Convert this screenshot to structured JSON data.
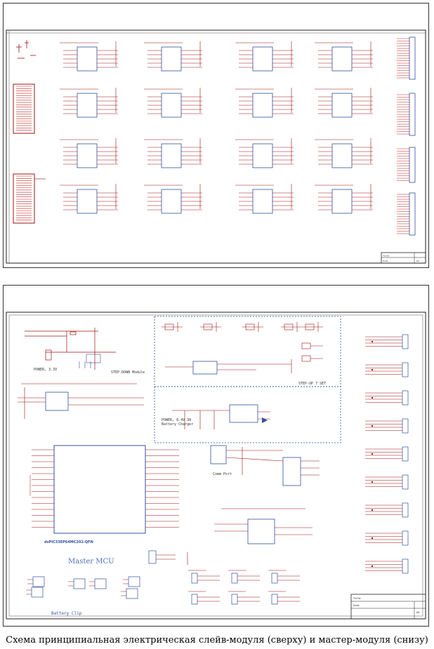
{
  "top_sheet": {
    "title_block": [
      "Title",
      "Size",
      "A3"
    ]
  },
  "bottom_sheet": {
    "labels": {
      "sub1": "STEP-DOWN Module",
      "power1": "POWER, 3.3V",
      "sub2": "STEP-UP 7 SET",
      "power2_line1": "POWER, 8.4V 3A",
      "power2_line2": "Battery Charger",
      "comm": "Comm Port",
      "mcu_part": "dsPIC33EP64MC202-QFN",
      "mcu_title": "Master MCU",
      "battery": "Battery Clip"
    },
    "title_block": [
      "Title",
      "Size",
      "A3"
    ]
  },
  "caption": "Схема принципиальная электрическая слейв-модуля (сверху) и мастер-модуля (снизу)"
}
